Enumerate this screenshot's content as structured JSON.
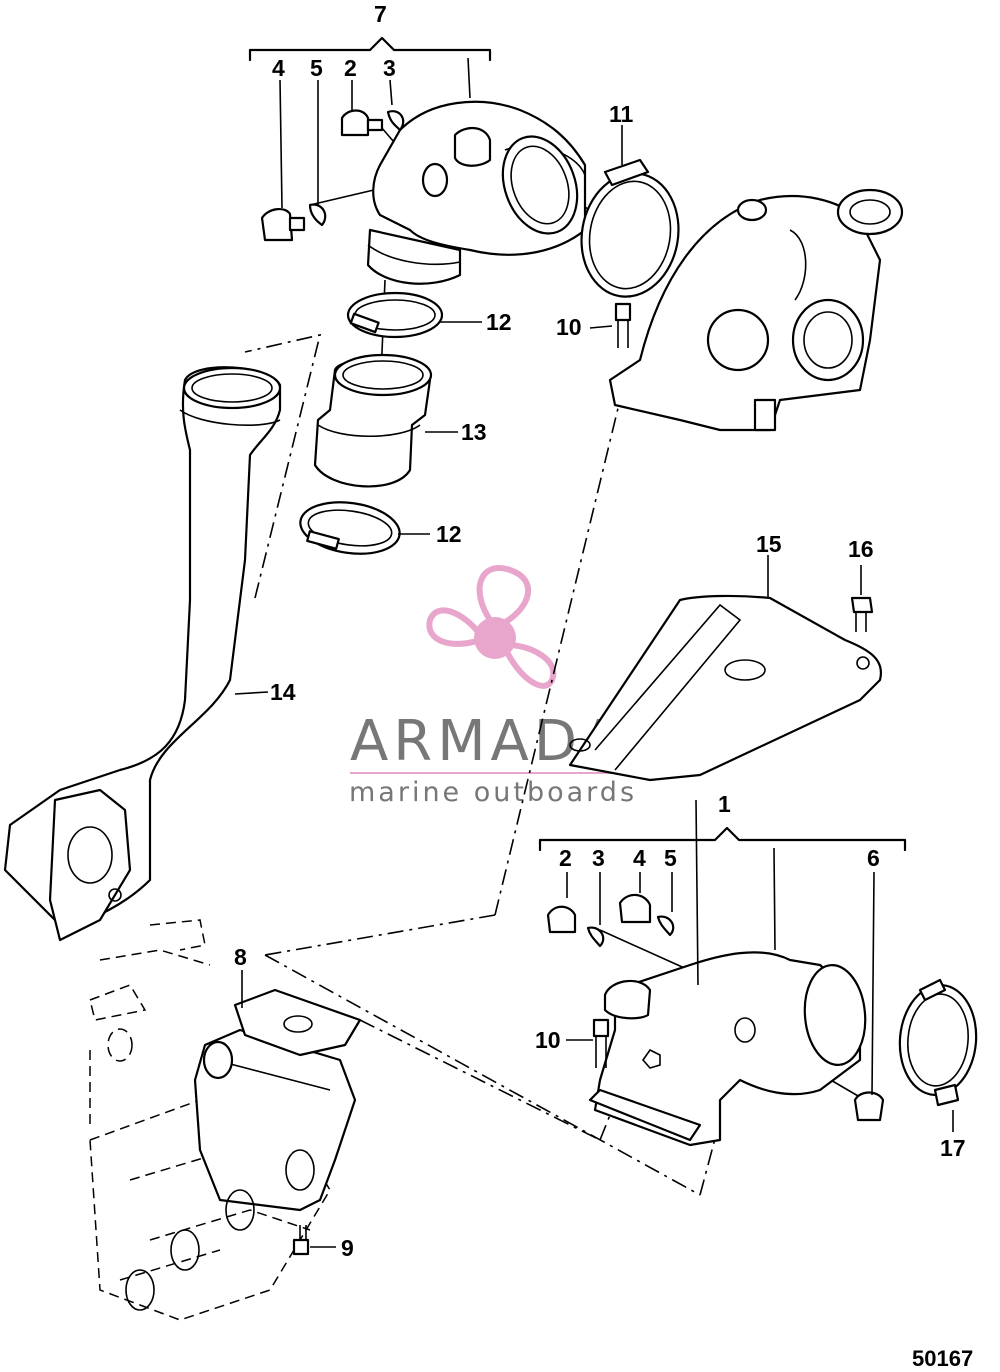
{
  "diagram": {
    "reference_number": "50167",
    "callouts": [
      {
        "id": "c7",
        "text": "7"
      },
      {
        "id": "c4a",
        "text": "4"
      },
      {
        "id": "c5a",
        "text": "5"
      },
      {
        "id": "c2a",
        "text": "2"
      },
      {
        "id": "c3a",
        "text": "3"
      },
      {
        "id": "c11",
        "text": "11"
      },
      {
        "id": "c12a",
        "text": "12"
      },
      {
        "id": "c10a",
        "text": "10"
      },
      {
        "id": "c13",
        "text": "13"
      },
      {
        "id": "c12b",
        "text": "12"
      },
      {
        "id": "c15",
        "text": "15"
      },
      {
        "id": "c16",
        "text": "16"
      },
      {
        "id": "c14",
        "text": "14"
      },
      {
        "id": "c1",
        "text": "1"
      },
      {
        "id": "c2b",
        "text": "2"
      },
      {
        "id": "c3b",
        "text": "3"
      },
      {
        "id": "c4b",
        "text": "4"
      },
      {
        "id": "c5b",
        "text": "5"
      },
      {
        "id": "c6",
        "text": "6"
      },
      {
        "id": "c8",
        "text": "8"
      },
      {
        "id": "c10b",
        "text": "10"
      },
      {
        "id": "c17",
        "text": "17"
      },
      {
        "id": "c9",
        "text": "9"
      }
    ]
  },
  "watermark": {
    "brand": "ARMADA",
    "tagline": "marine outboards",
    "accent_color": "#e9a6cc"
  }
}
